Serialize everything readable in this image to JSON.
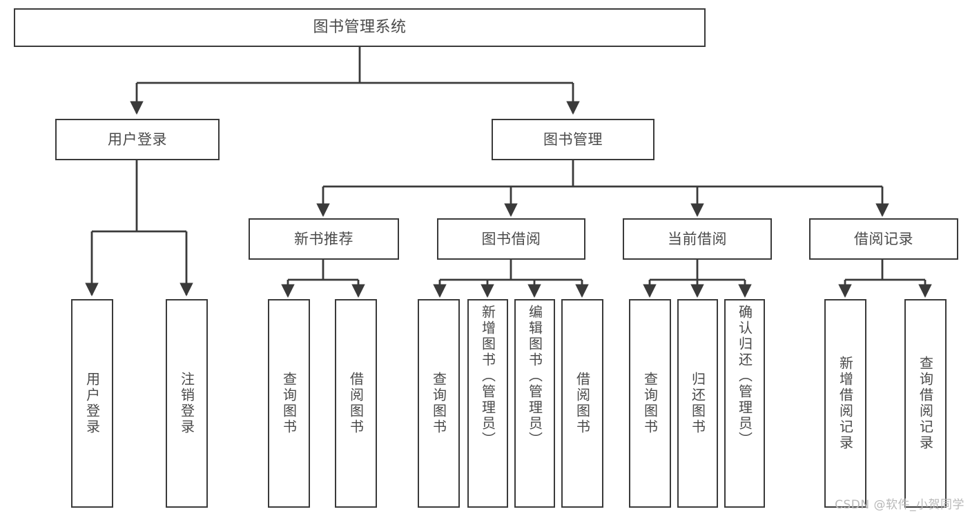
{
  "diagram": {
    "title": "图书管理系统",
    "type": "tree-hierarchy-diagram",
    "colors": {
      "box_border": "#3a3a3a",
      "box_fill": "#ffffff",
      "edge": "#3a3a3a",
      "text": "#4a4a4a",
      "watermark": "#b8b8b8",
      "background": "#ffffff"
    }
  },
  "watermark": {
    "text": "CSDN @软件_小贺同学"
  },
  "nodes": {
    "root": {
      "label": "图书管理系统"
    },
    "level2": [
      {
        "label": "用户登录"
      },
      {
        "label": "图书管理"
      }
    ],
    "level3": [
      {
        "label": "新书推荐"
      },
      {
        "label": "图书借阅"
      },
      {
        "label": "当前借阅"
      },
      {
        "label": "借阅记录"
      }
    ],
    "leaves": {
      "user_login": [
        {
          "label": "用户登录"
        },
        {
          "label": "注销登录"
        }
      ],
      "new_book_recommend": [
        {
          "label": "查询图书"
        },
        {
          "label": "借阅图书"
        }
      ],
      "book_borrow": [
        {
          "label": "查询图书"
        },
        {
          "label": "新增图书（管理员）"
        },
        {
          "label": "编辑图书（管理员）"
        },
        {
          "label": "借阅图书"
        }
      ],
      "current_borrow": [
        {
          "label": "查询图书"
        },
        {
          "label": "归还图书"
        },
        {
          "label": "确认归还（管理员）"
        }
      ],
      "borrow_record": [
        {
          "label": "新增借阅记录"
        },
        {
          "label": "查询借阅记录"
        }
      ]
    }
  }
}
